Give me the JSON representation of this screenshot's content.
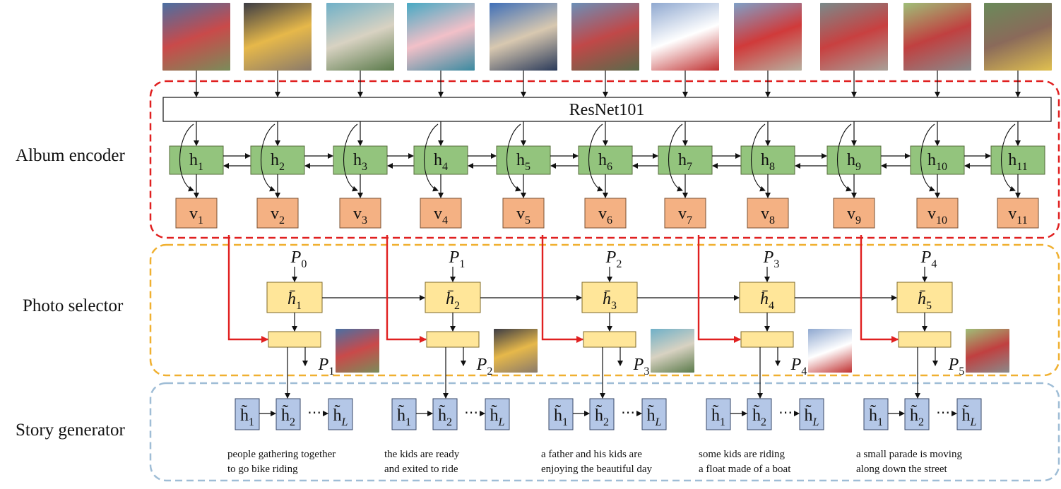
{
  "labels": {
    "album_encoder": "Album encoder",
    "photo_selector": "Photo selector",
    "story_generator": "Story generator",
    "resnet": "ResNet101"
  },
  "colors": {
    "album_border": "#e02020",
    "selector_border": "#f0b030",
    "story_border": "#9fbdd6",
    "hidden_fill": "#93c47d",
    "hidden_border": "#556b3a",
    "v_fill": "#f4b183",
    "v_border": "#7a5133",
    "selector_fill": "#ffe699",
    "selector_border_box": "#7f6a2a",
    "story_fill": "#b4c7e7",
    "story_border_box": "#3a4a6a",
    "red_arrow": "#e02020"
  },
  "encoder": {
    "hidden": [
      {
        "base": "h",
        "sub": "1"
      },
      {
        "base": "h",
        "sub": "2"
      },
      {
        "base": "h",
        "sub": "3"
      },
      {
        "base": "h",
        "sub": "4"
      },
      {
        "base": "h",
        "sub": "5"
      },
      {
        "base": "h",
        "sub": "6"
      },
      {
        "base": "h",
        "sub": "7"
      },
      {
        "base": "h",
        "sub": "8"
      },
      {
        "base": "h",
        "sub": "9"
      },
      {
        "base": "h",
        "sub": "10"
      },
      {
        "base": "h",
        "sub": "11"
      }
    ],
    "outputs": [
      {
        "base": "v",
        "sub": "1"
      },
      {
        "base": "v",
        "sub": "2"
      },
      {
        "base": "v",
        "sub": "3"
      },
      {
        "base": "v",
        "sub": "4"
      },
      {
        "base": "v",
        "sub": "5"
      },
      {
        "base": "v",
        "sub": "6"
      },
      {
        "base": "v",
        "sub": "7"
      },
      {
        "base": "v",
        "sub": "8"
      },
      {
        "base": "v",
        "sub": "9"
      },
      {
        "base": "v",
        "sub": "10"
      },
      {
        "base": "v",
        "sub": "11"
      }
    ]
  },
  "selector": {
    "inputs": [
      {
        "base": "P",
        "sub": "0"
      },
      {
        "base": "P",
        "sub": "1"
      },
      {
        "base": "P",
        "sub": "2"
      },
      {
        "base": "P",
        "sub": "3"
      },
      {
        "base": "P",
        "sub": "4"
      }
    ],
    "hidden": [
      {
        "base": "h̄",
        "sub": "1"
      },
      {
        "base": "h̄",
        "sub": "2"
      },
      {
        "base": "h̄",
        "sub": "3"
      },
      {
        "base": "h̄",
        "sub": "4"
      },
      {
        "base": "h̄",
        "sub": "5"
      }
    ],
    "outputs": [
      {
        "base": "P",
        "sub": "1"
      },
      {
        "base": "P",
        "sub": "2"
      },
      {
        "base": "P",
        "sub": "3"
      },
      {
        "base": "P",
        "sub": "4"
      },
      {
        "base": "P",
        "sub": "5"
      }
    ]
  },
  "story": {
    "blocks": [
      {
        "cells": [
          {
            "base": "h̃",
            "sub": "1"
          },
          {
            "base": "h̃",
            "sub": "2"
          },
          {
            "base": "h̃",
            "sub": "L"
          }
        ],
        "caption": [
          "people gathering together",
          "to go bike riding"
        ]
      },
      {
        "cells": [
          {
            "base": "h̃",
            "sub": "1"
          },
          {
            "base": "h̃",
            "sub": "2"
          },
          {
            "base": "h̃",
            "sub": "L"
          }
        ],
        "caption": [
          "the kids are ready",
          "and exited to ride"
        ]
      },
      {
        "cells": [
          {
            "base": "h̃",
            "sub": "1"
          },
          {
            "base": "h̃",
            "sub": "2"
          },
          {
            "base": "h̃",
            "sub": "L"
          }
        ],
        "caption": [
          "a father and his kids are",
          "enjoying the beautiful day"
        ]
      },
      {
        "cells": [
          {
            "base": "h̃",
            "sub": "1"
          },
          {
            "base": "h̃",
            "sub": "2"
          },
          {
            "base": "h̃",
            "sub": "L"
          }
        ],
        "caption": [
          "some kids are riding",
          "a float made of a boat"
        ]
      },
      {
        "cells": [
          {
            "base": "h̃",
            "sub": "1"
          },
          {
            "base": "h̃",
            "sub": "2"
          },
          {
            "base": "h̃",
            "sub": "L"
          }
        ],
        "caption": [
          "a small parade is moving",
          "along down the street"
        ]
      }
    ],
    "ellipsis": "⋯"
  },
  "album_photos": [
    {
      "name": "parade-bikes",
      "colors": [
        "#4a6fa3",
        "#c94a4a",
        "#7a8c5a"
      ]
    },
    {
      "name": "kids-bike-seat",
      "colors": [
        "#3c3c44",
        "#e6b84a",
        "#8a7a6a"
      ]
    },
    {
      "name": "dad-cart",
      "colors": [
        "#6fb0c8",
        "#d8d2c2",
        "#5a7a4a"
      ]
    },
    {
      "name": "baby-wagon",
      "colors": [
        "#46a9c4",
        "#f2c0c8",
        "#3a8aa0"
      ]
    },
    {
      "name": "boy-tricycle",
      "colors": [
        "#3f6fb8",
        "#d8c8b0",
        "#2a3a5a"
      ]
    },
    {
      "name": "boy-helmet",
      "colors": [
        "#6b8fb8",
        "#c04848",
        "#5a6a4a"
      ]
    },
    {
      "name": "boat-float",
      "colors": [
        "#8fa8d0",
        "#ffffff",
        "#c03030"
      ]
    },
    {
      "name": "boy-red-trike",
      "colors": [
        "#7fa0c8",
        "#d03a3a",
        "#b8b0a0"
      ]
    },
    {
      "name": "trike-street",
      "colors": [
        "#7a8a8a",
        "#c84040",
        "#a8a098"
      ]
    },
    {
      "name": "flags-street",
      "colors": [
        "#9fbf78",
        "#c04040",
        "#8a8a8a"
      ]
    },
    {
      "name": "kid-trike-road",
      "colors": [
        "#6a8a5a",
        "#8a6a5a",
        "#e0c050"
      ]
    }
  ]
}
